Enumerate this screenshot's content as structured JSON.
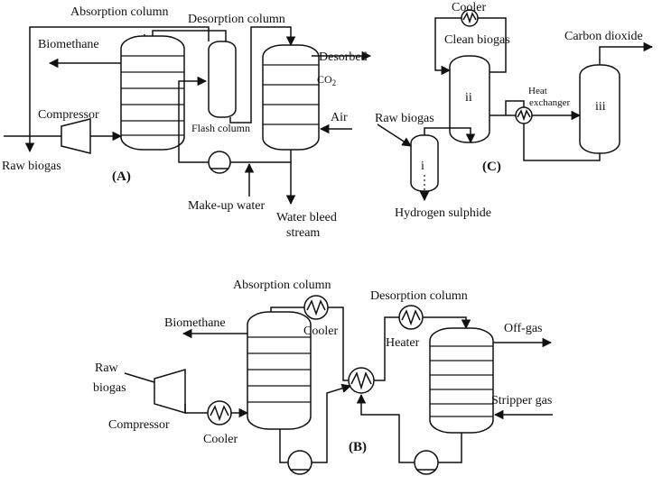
{
  "panel_a": {
    "panel_label": "(A)",
    "absorption_column": "Absorption column",
    "desorption_column": "Desorption column",
    "biomethane": "Biomethane",
    "desorbed": "Desorbed",
    "co2": "CO",
    "co2_subscript": "2",
    "compressor": "Compressor",
    "raw_biogas": "Raw biogas",
    "flash_column": "Flash column",
    "air": "Air",
    "make_up_water": "Make-up water",
    "water_bleed_line1": "Water bleed",
    "water_bleed_line2": "stream"
  },
  "panel_b": {
    "panel_label": "(B)",
    "absorption_column": "Absorption column",
    "desorption_column": "Desorption column",
    "biomethane": "Biomethane",
    "off_gas": "Off-gas",
    "cooler_top": "Cooler",
    "heater": "Heater",
    "raw_line1": "Raw",
    "raw_line2": "biogas",
    "compressor": "Compressor",
    "cooler_bottom": "Cooler",
    "stripper_gas": "Stripper gas"
  },
  "panel_c": {
    "panel_label": "(C)",
    "cooler": "Cooler",
    "clean_biogas": "Clean biogas",
    "carbon_dioxide": "Carbon dioxide",
    "raw_biogas": "Raw biogas",
    "heat_line1": "Heat",
    "heat_line2": "exchanger",
    "vessel_i": "i",
    "vessel_ii": "ii",
    "vessel_iii": "iii",
    "hydrogen_sulphide": "Hydrogen sulphide"
  }
}
